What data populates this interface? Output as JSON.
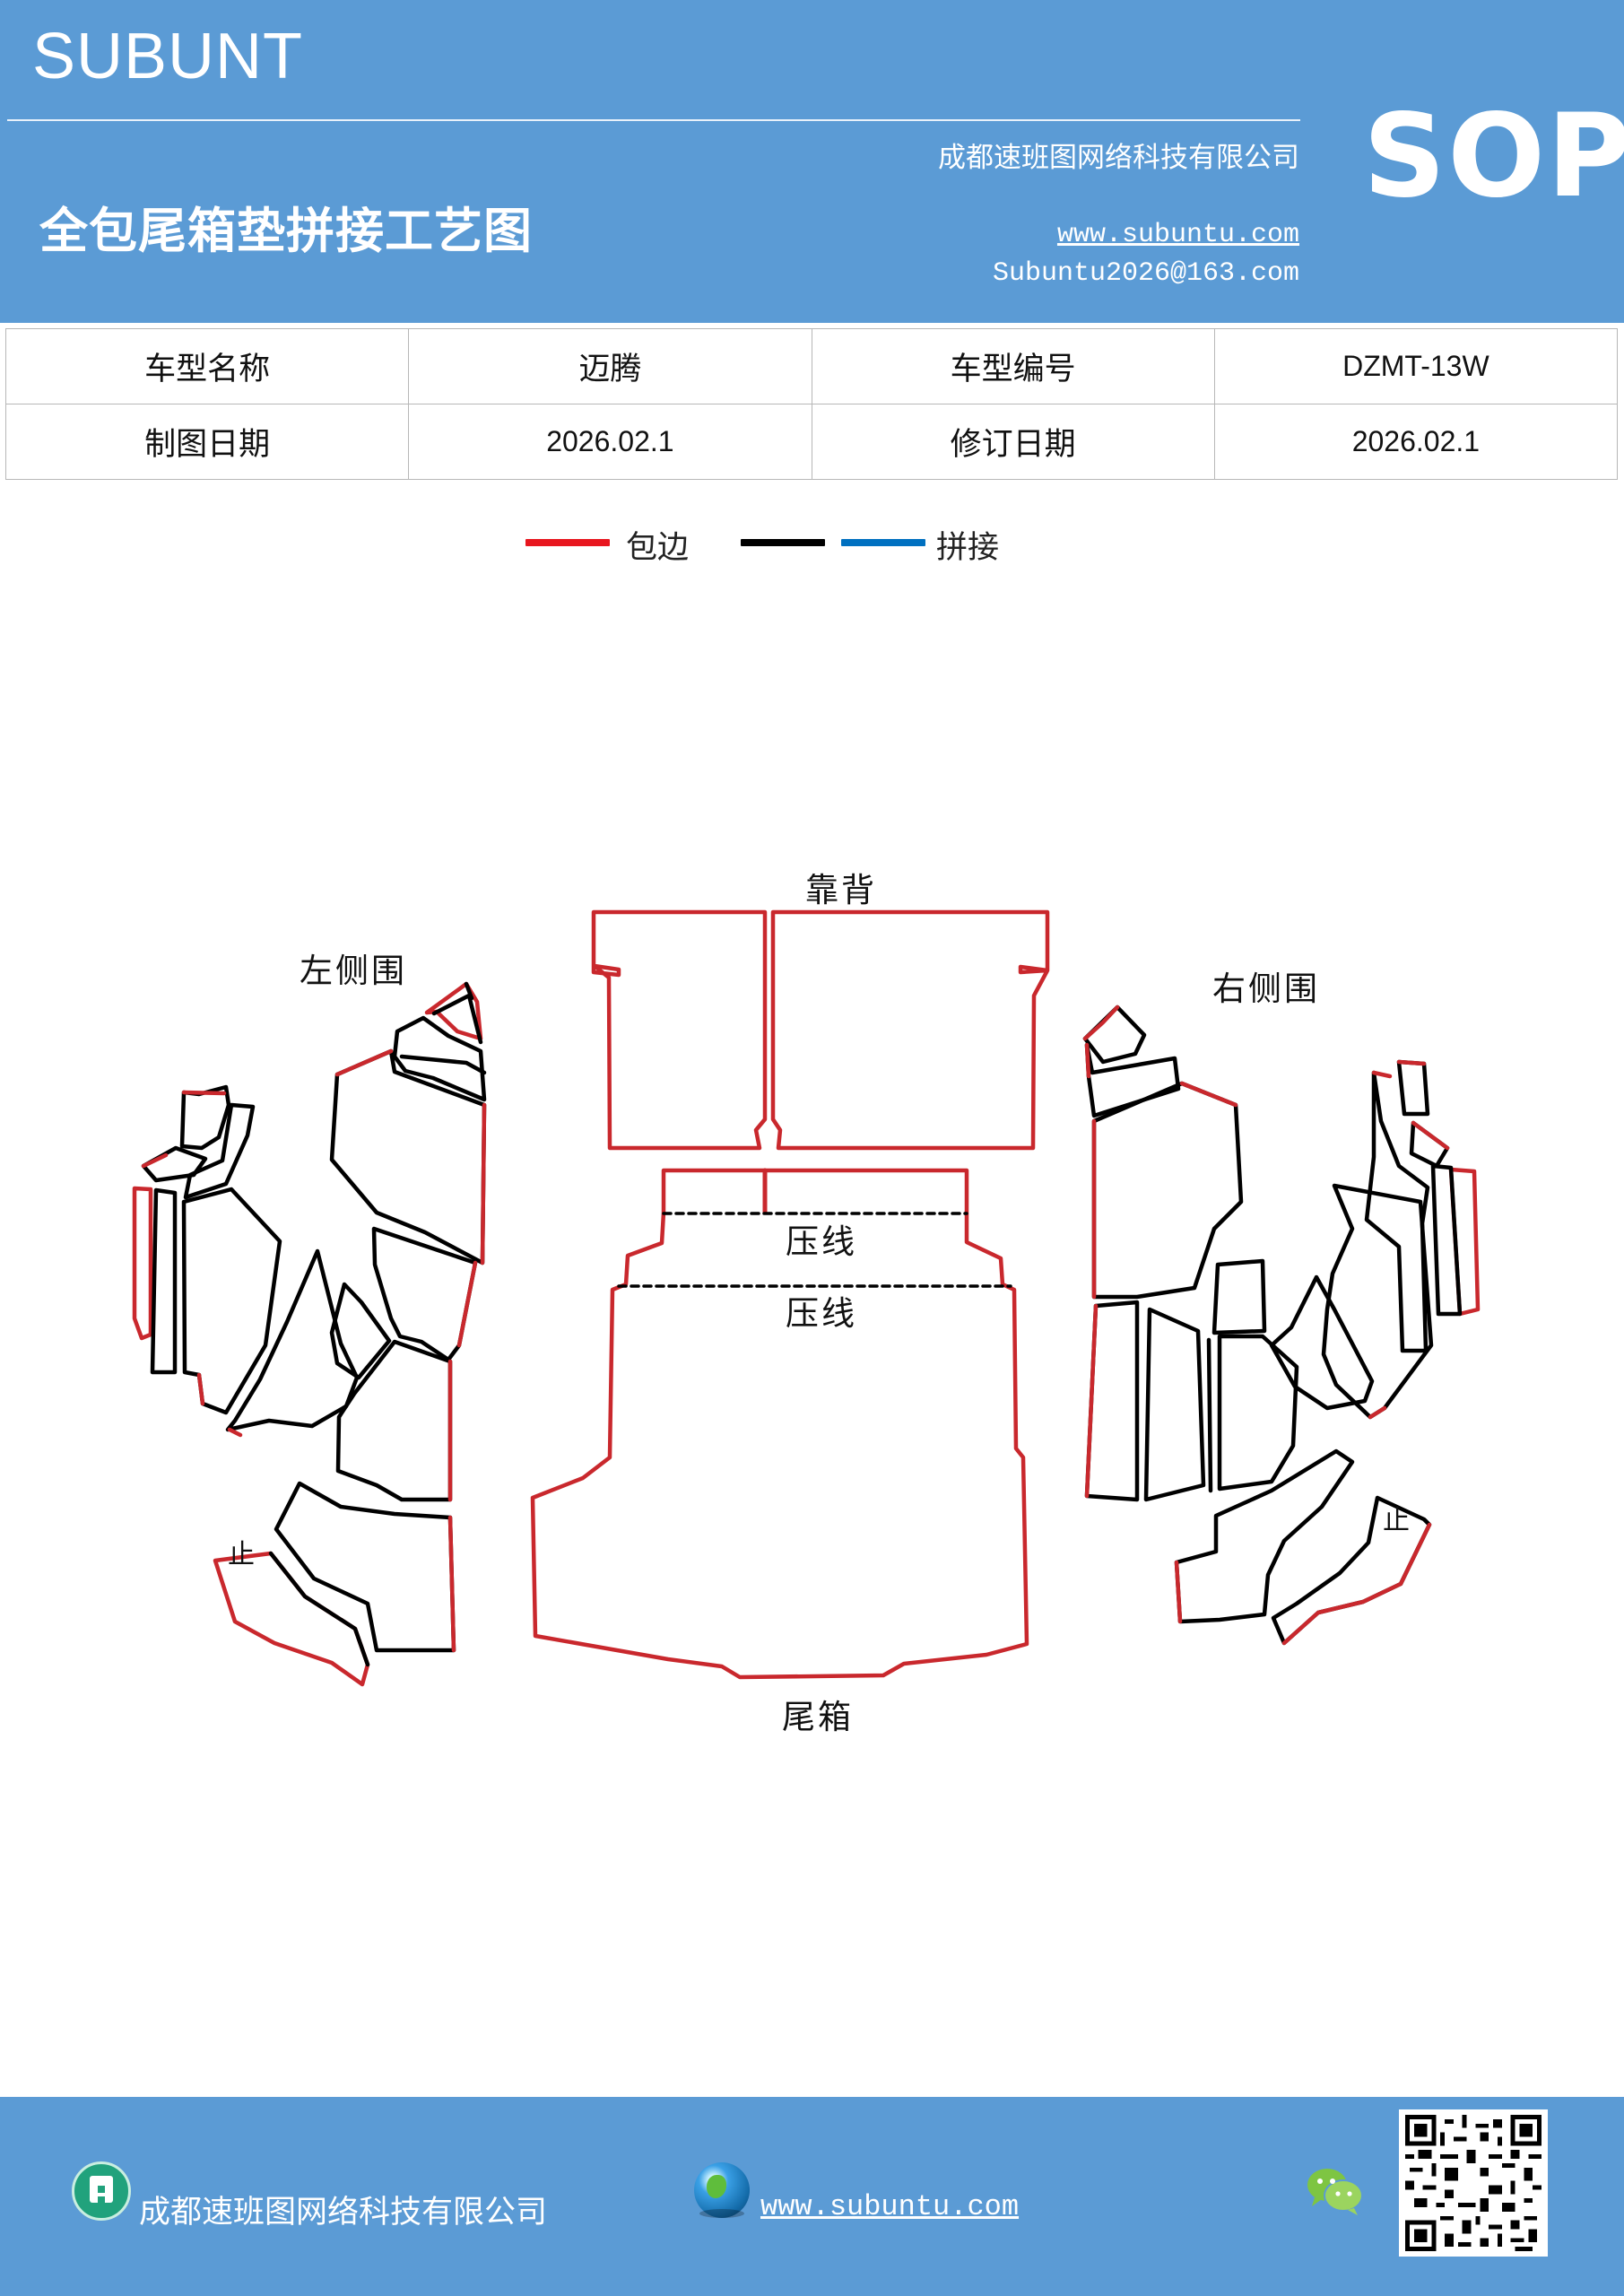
{
  "header": {
    "brand": "SUBUNT",
    "company": "成都速班图网络科技有限公司",
    "title": "全包尾箱垫拼接工艺图",
    "website": "www.subuntu.com",
    "email": "Subuntu2026@163.com",
    "badge": "SOP"
  },
  "info_table": {
    "rows": [
      {
        "label1": "车型名称",
        "value1": "迈腾",
        "label2": "车型编号",
        "value2": "DZMT-13W"
      },
      {
        "label1": "制图日期",
        "value1": "2026.02.1",
        "label2": "修订日期",
        "value2": "2026.02.1"
      }
    ]
  },
  "legend": {
    "items": [
      {
        "label": "包边",
        "color": "#e8161f"
      },
      {
        "label": "",
        "color": "#000000"
      },
      {
        "label": "拼接",
        "color": "#0070c0"
      }
    ]
  },
  "drawing": {
    "labels": {
      "backrest": "靠背",
      "left_side": "左侧围",
      "right_side": "右侧围",
      "crease1": "压线",
      "crease2": "压线",
      "trunk": "尾箱",
      "stop_left": "止",
      "stop_right": "止"
    },
    "colors": {
      "edge": "#c9282d",
      "seam": "#000000"
    }
  },
  "footer": {
    "company": "成都速班图网络科技有限公司",
    "website": "www.subuntu.com"
  }
}
